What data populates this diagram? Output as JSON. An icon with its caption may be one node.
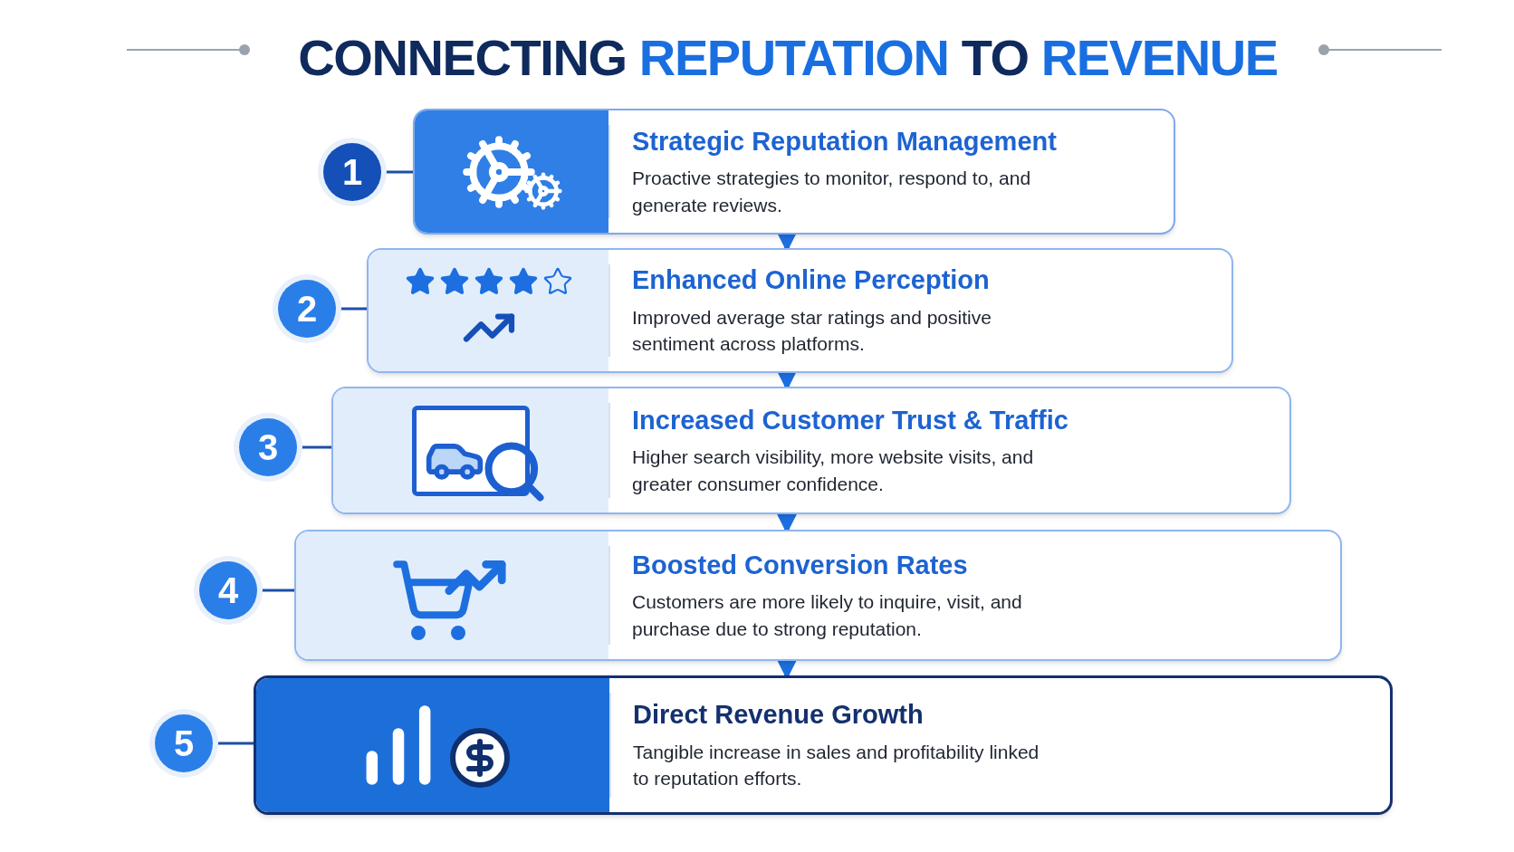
{
  "diagram": {
    "title": "CONNECTING **REPUTATION** TO **REVENUE**",
    "nodes": [
      {
        "text": [
          "1"
        ]
      },
      {
        "text": [
          "Strategic Reputation Management",
          "Proactive strategies to monitor, respond to, and generate reviews."
        ]
      },
      {
        "text": [
          "2"
        ]
      },
      {
        "text": [
          "Enhanced Online Perception",
          "Improved average star ratings and positive sentiment across platforms."
        ]
      },
      {
        "text": [
          "3"
        ]
      },
      {
        "text": [
          "Increased Customer Trust & Traffic",
          "Higher search visibility, more website visits, and greater consumer confidence."
        ]
      },
      {
        "text": [
          "4"
        ]
      },
      {
        "text": [
          "Boosted Conversion Rates",
          "Customers are more likely to inquire, visit, and purchase due to strong reputation."
        ]
      },
      {
        "text": [
          "5"
        ]
      },
      {
        "text": [
          "Direct Revenue Growth",
          "Tangible increase in sales and profitability linked to reputation efforts."
        ]
      }
    ],
    "edges": [
      {
        "from": 0,
        "to": 1,
        "arrow": "none"
      },
      {
        "from": 2,
        "to": 3,
        "arrow": "none"
      },
      {
        "from": 4,
        "to": 5,
        "arrow": "none"
      },
      {
        "from": 6,
        "to": 7,
        "arrow": "none"
      },
      {
        "from": 8,
        "to": 9,
        "arrow": "none"
      },
      {
        "from": 1,
        "to": 3,
        "arrow": "to",
        "style": "thick"
      },
      {
        "from": 3,
        "to": 5,
        "arrow": "to",
        "style": "thick"
      },
      {
        "from": 5,
        "to": 7,
        "arrow": "to",
        "style": "thick"
      },
      {
        "from": 7,
        "to": 9,
        "arrow": "to",
        "style": "thick"
      }
    ]
  }
}
